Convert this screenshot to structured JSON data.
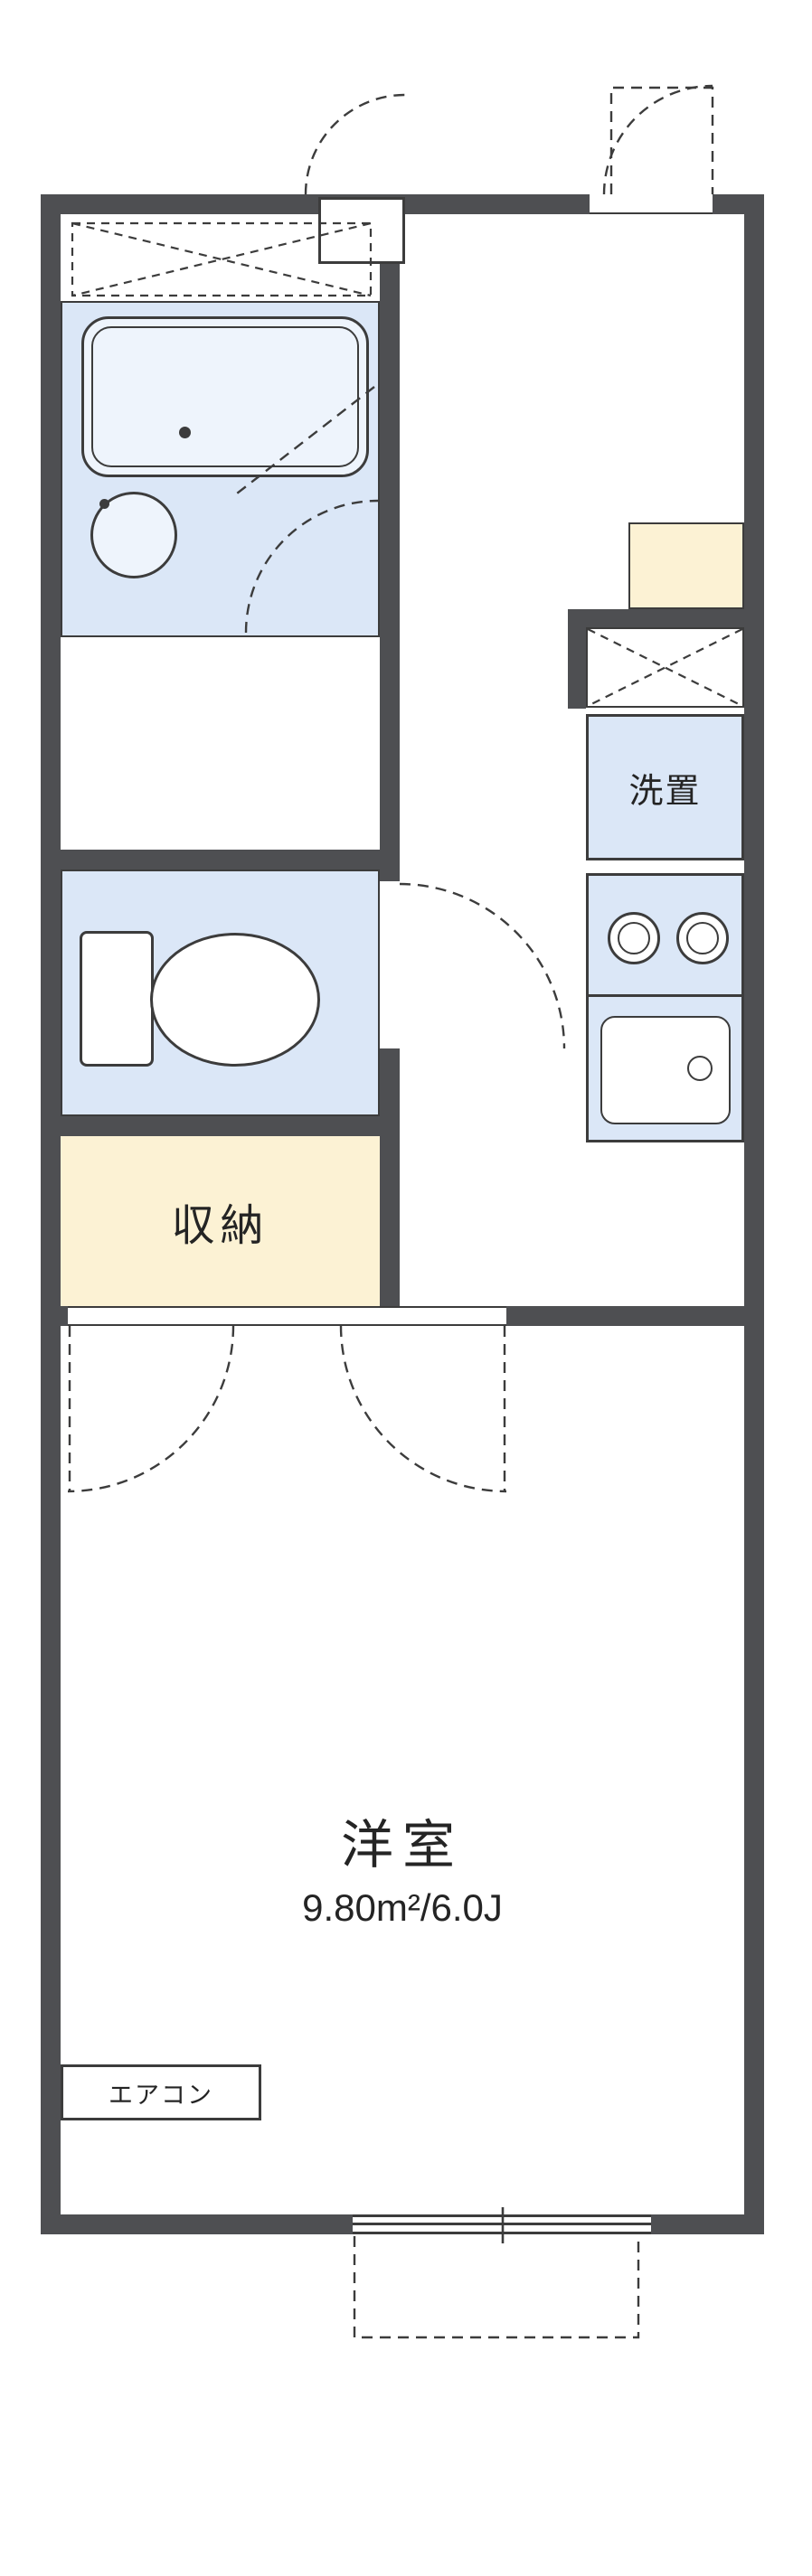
{
  "floorplan": {
    "labels": {
      "laundry": "洗置",
      "closet": "収納",
      "room_name": "洋室",
      "room_size": "9.80m²/6.0J",
      "aircon": "エアコン"
    },
    "colors": {
      "wall": "#4e4f52",
      "water": "#dbe7f7",
      "cream": "#fcf2d4",
      "line": "#3c3c3c",
      "background": "#ffffff"
    },
    "icons": {
      "bathtub": "css-rounded-rect",
      "wash-basin": "css-circle",
      "toilet": "css-rect-plus-ellipse",
      "stove-burners": "css-double-circles",
      "kitchen-sink": "css-rounded-rect-with-drain",
      "door-swing": "svg-dashed-arc",
      "balcony": "svg-dashed-rect",
      "window": "css-triple-line"
    }
  }
}
